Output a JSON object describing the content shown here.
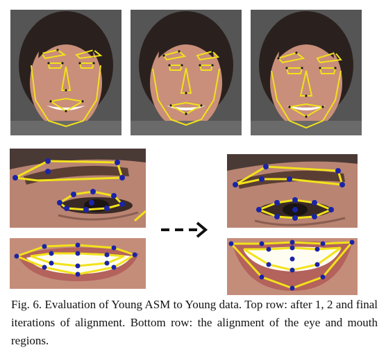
{
  "figure": {
    "caption": "Fig. 6. Evaluation of Young ASM to Young data. Top row: after 1, 2 and final iterations of alignment. Bottom row: the alignment of the eye and mouth regions.",
    "top_row_panels": [
      "face-iteration-1",
      "face-iteration-2",
      "face-iteration-final"
    ],
    "bottom_panels": [
      "eye-before",
      "mouth-before",
      "eye-after",
      "mouth-after"
    ],
    "colors": {
      "landmark_line": "#f2e21a",
      "landmark_point_face": "#1a1a1a",
      "landmark_point_zoom": "#1a24a8",
      "skin": "#c98f7a",
      "hair": "#2a211e",
      "background_dark": "#4a4a4a"
    },
    "arrow": "dashed-right-arrow"
  }
}
